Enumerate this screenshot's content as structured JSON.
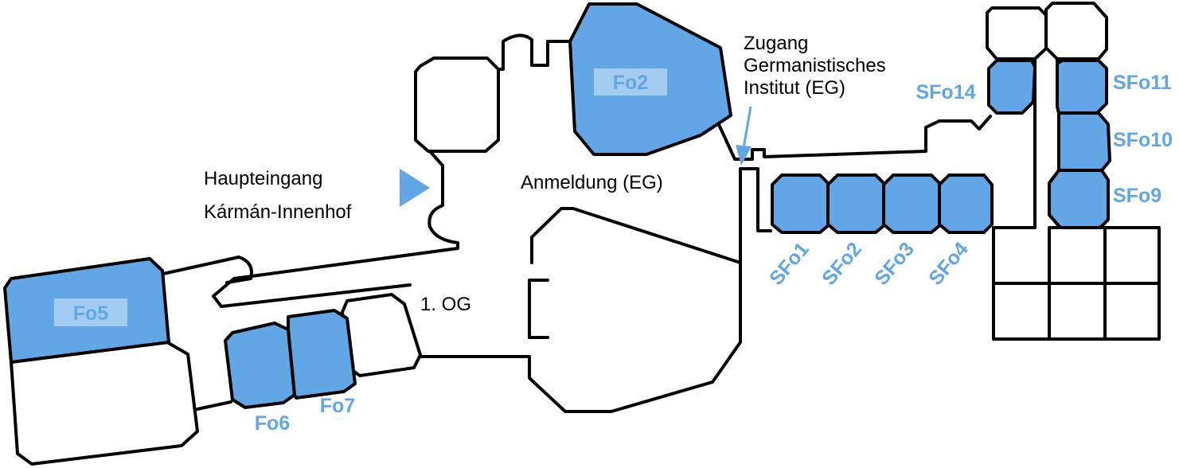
{
  "colors": {
    "room_fill": "#62a6e6",
    "room_label": "#62a6e6",
    "label_box": "#dbe9f8",
    "label_box_text": "#62a6e6",
    "arrow": "#62a6e6",
    "walls": "#000000"
  },
  "labels": {
    "main_entrance_line1": "Haupteingang",
    "main_entrance_line2": "Kármán-Innenhof",
    "registration": "Anmeldung (EG)",
    "floor": "1. OG",
    "access_line1": "Zugang",
    "access_line2": "Germanistisches",
    "access_line3": "Institut (EG)"
  },
  "rooms": {
    "fo2": "Fo2",
    "fo5": "Fo5",
    "fo6": "Fo6",
    "fo7": "Fo7",
    "sfo1": "SFo1",
    "sfo2": "SFo2",
    "sfo3": "SFo3",
    "sfo4": "SFo4",
    "sfo9": "SFo9",
    "sfo10": "SFo10",
    "sfo11": "SFo11",
    "sfo14": "SFo14"
  }
}
